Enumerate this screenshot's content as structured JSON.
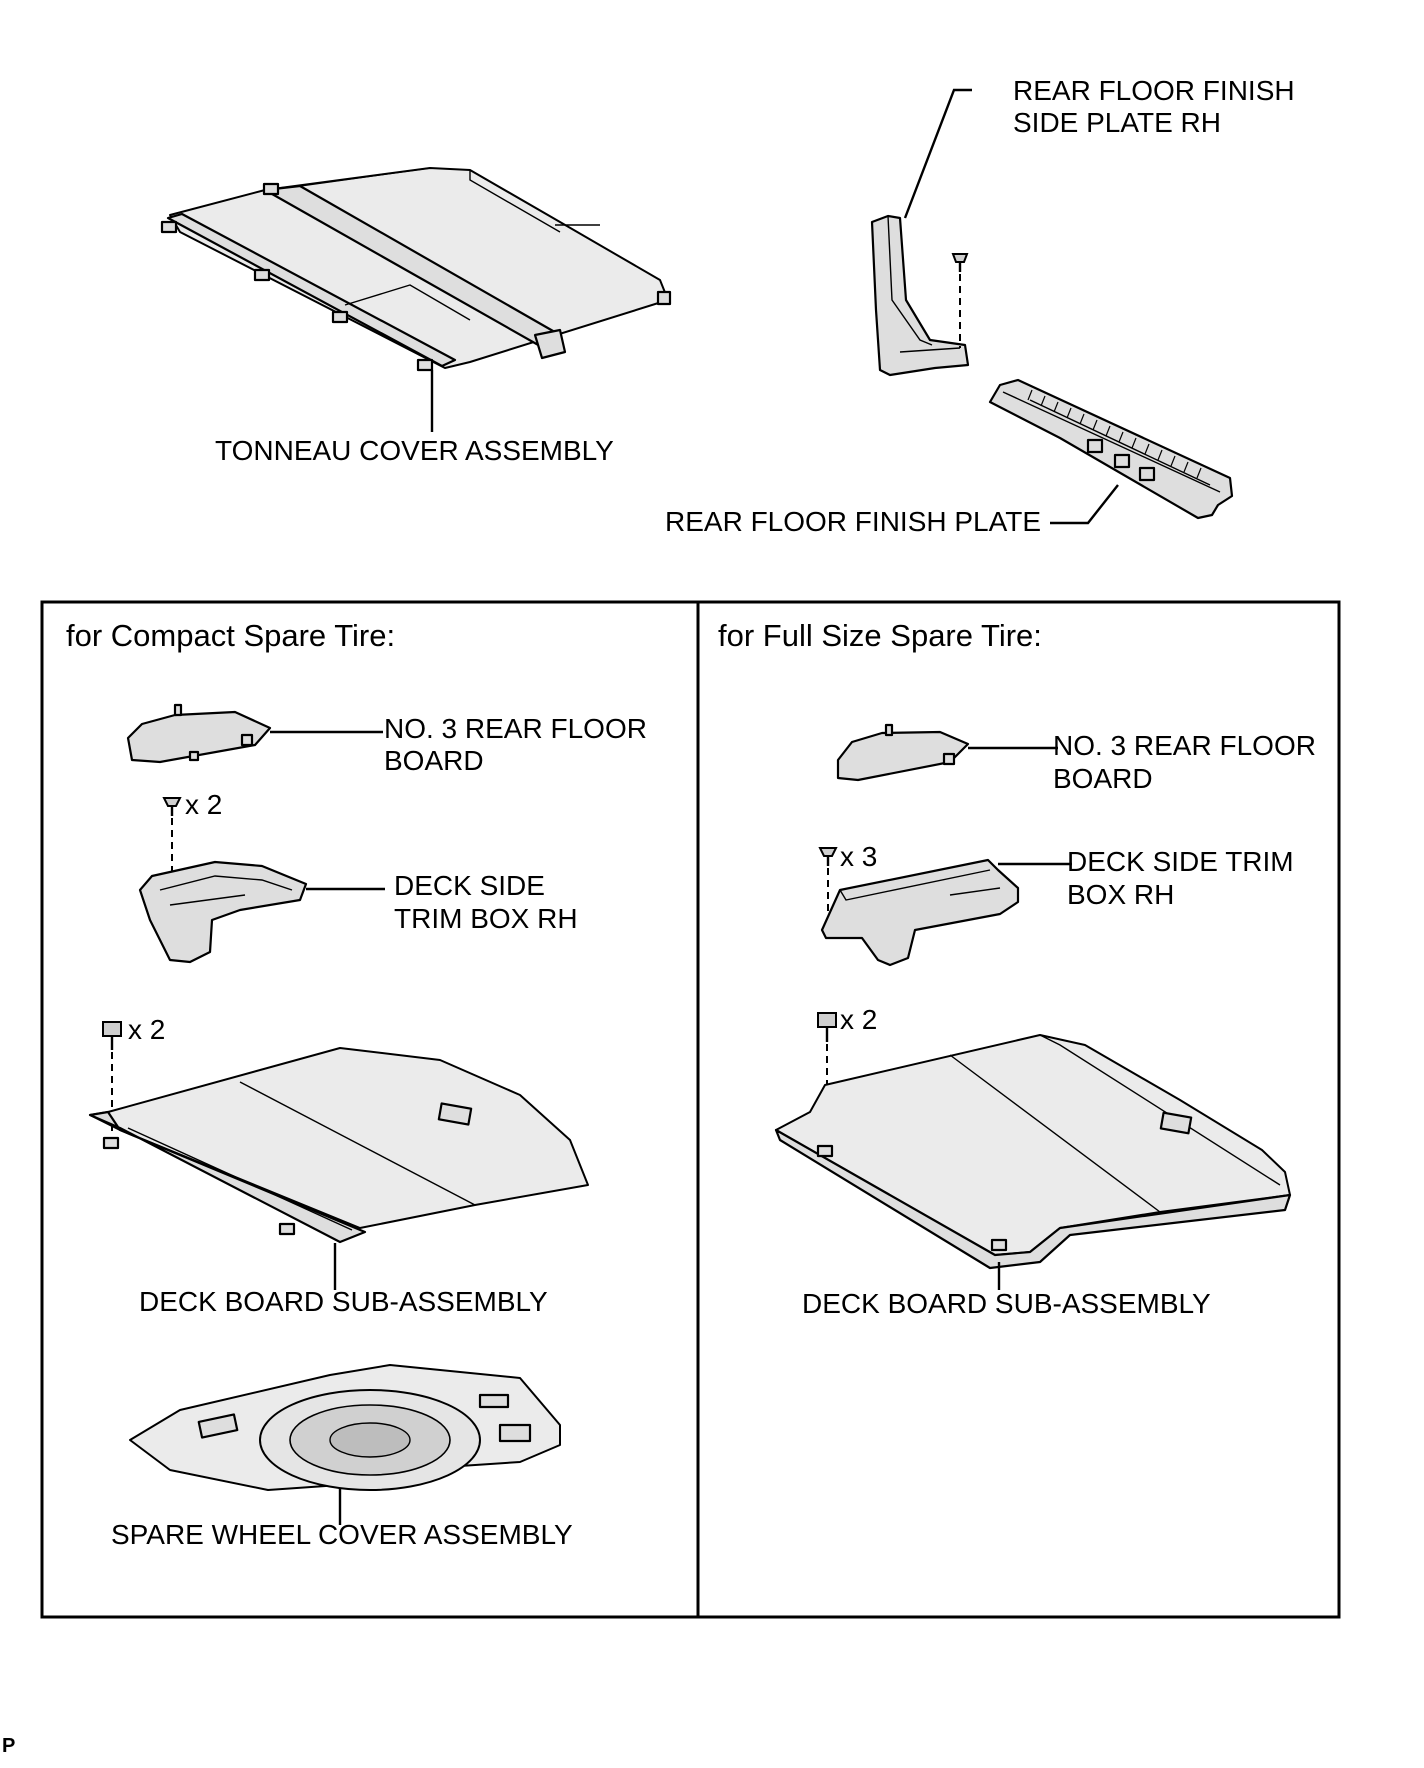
{
  "labels": {
    "rear_floor_finish_side_plate_rh": [
      "REAR FLOOR FINISH",
      "SIDE PLATE RH"
    ],
    "tonneau_cover_assembly": "TONNEAU COVER ASSEMBLY",
    "rear_floor_finish_plate": "REAR FLOOR FINISH PLATE"
  },
  "panels": {
    "compact": {
      "title": "for Compact Spare Tire:",
      "no3_rear_floor_board": [
        "NO. 3 REAR FLOOR",
        "BOARD"
      ],
      "clip_count_trim_box": "x 2",
      "deck_side_trim_box_rh": [
        "DECK SIDE",
        "TRIM BOX RH"
      ],
      "bolt_count_deck_board": "x 2",
      "deck_board_sub_assembly": "DECK BOARD SUB-ASSEMBLY",
      "spare_wheel_cover_assembly": "SPARE WHEEL COVER ASSEMBLY"
    },
    "full": {
      "title": "for Full Size Spare Tire:",
      "no3_rear_floor_board": [
        "NO. 3 REAR FLOOR",
        "BOARD"
      ],
      "clip_count_trim_box": "x 3",
      "deck_side_trim_box_rh": [
        "DECK SIDE TRIM",
        "BOX RH"
      ],
      "bolt_count_deck_board": "x 2",
      "deck_board_sub_assembly": "DECK BOARD SUB-ASSEMBLY"
    }
  },
  "corner_mark": "P"
}
